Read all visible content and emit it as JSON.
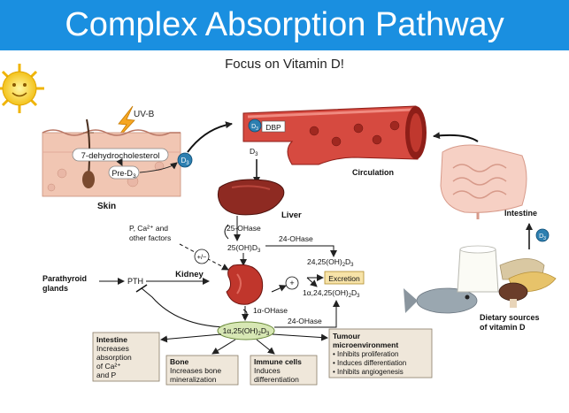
{
  "title": "Complex Absorption Pathway",
  "subtitle": "Focus on Vitamin D!",
  "labels": {
    "uvb": "UV-B",
    "dehydro": "7-dehydrocholesterol",
    "pre_d3": "Pre-D",
    "pre_d3_sub": "3",
    "d3": "D",
    "d3_sub": "3",
    "skin": "Skin",
    "dbp": "DBP",
    "circulation": "Circulation",
    "intestine_top": "Intestine",
    "liver": "Liver",
    "ohase_25": "25-OHase",
    "oh_d3_25": "25(OH)D",
    "ohase_24a": "24-OHase",
    "oh_24_25": "24,25(OH)",
    "excretion": "Excretion",
    "oh_1_24_25": "1α,24,25(OH)",
    "pi_ca_line1": "P, Ca²⁺ and",
    "pi_ca_line2": "other factors",
    "plus_minus": "+/−",
    "parathyroid_line1": "Parathyroid",
    "parathyroid_line2": "glands",
    "pth": "PTH",
    "kidney": "Kidney",
    "plus": "+",
    "ohase_1a": "1α-OHase",
    "ohase_24b": "24-OHase",
    "calcitriol": "1α,25(OH)",
    "dietary_line1": "Dietary sources",
    "dietary_line2": "of vitamin D"
  },
  "boxes": {
    "intestine": {
      "title": "Intestine",
      "lines": [
        "Increases",
        "absorption",
        "of Ca²⁺",
        "and P"
      ]
    },
    "bone": {
      "title": "Bone",
      "lines": [
        "Increases bone",
        "mineralization"
      ]
    },
    "immune": {
      "title": "Immune cells",
      "lines": [
        "Induces",
        "differentiation"
      ]
    },
    "tumour": {
      "title": "Tumour",
      "title2": "microenvironment",
      "lines": [
        "• Inhibits proliferation",
        "• Induces differentiation",
        "• Inhibits angiogenesis"
      ]
    }
  },
  "colors": {
    "title_bar": "#1a8fe0",
    "organ_red": "#b4302a",
    "liver": "#8e2a22",
    "box_fill": "#efe7da",
    "excretion_fill": "#f7e3a8",
    "calcitriol_fill": "#d7e7b4",
    "badge_fill": "#2d7fb0"
  }
}
